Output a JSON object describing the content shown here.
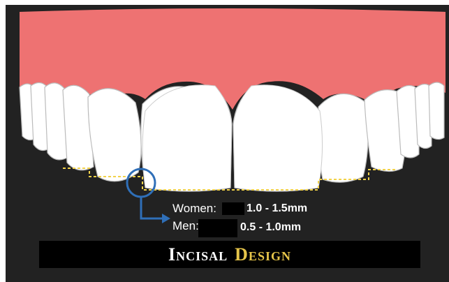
{
  "measurements": {
    "women_label": "Women:",
    "women_value": "1.0 - 1.5mm",
    "men_label": "Men:",
    "men_value": "0.5 - 1.0mm"
  },
  "banner": {
    "title_part1": "Incisal",
    "title_part2": "Design"
  },
  "colors": {
    "background": "#222222",
    "gum": "#ee7272",
    "tooth": "#ffffff",
    "guide_line": "#f2d24a",
    "pointer": "#2f6fb8",
    "banner_accent": "#e6c54a"
  }
}
